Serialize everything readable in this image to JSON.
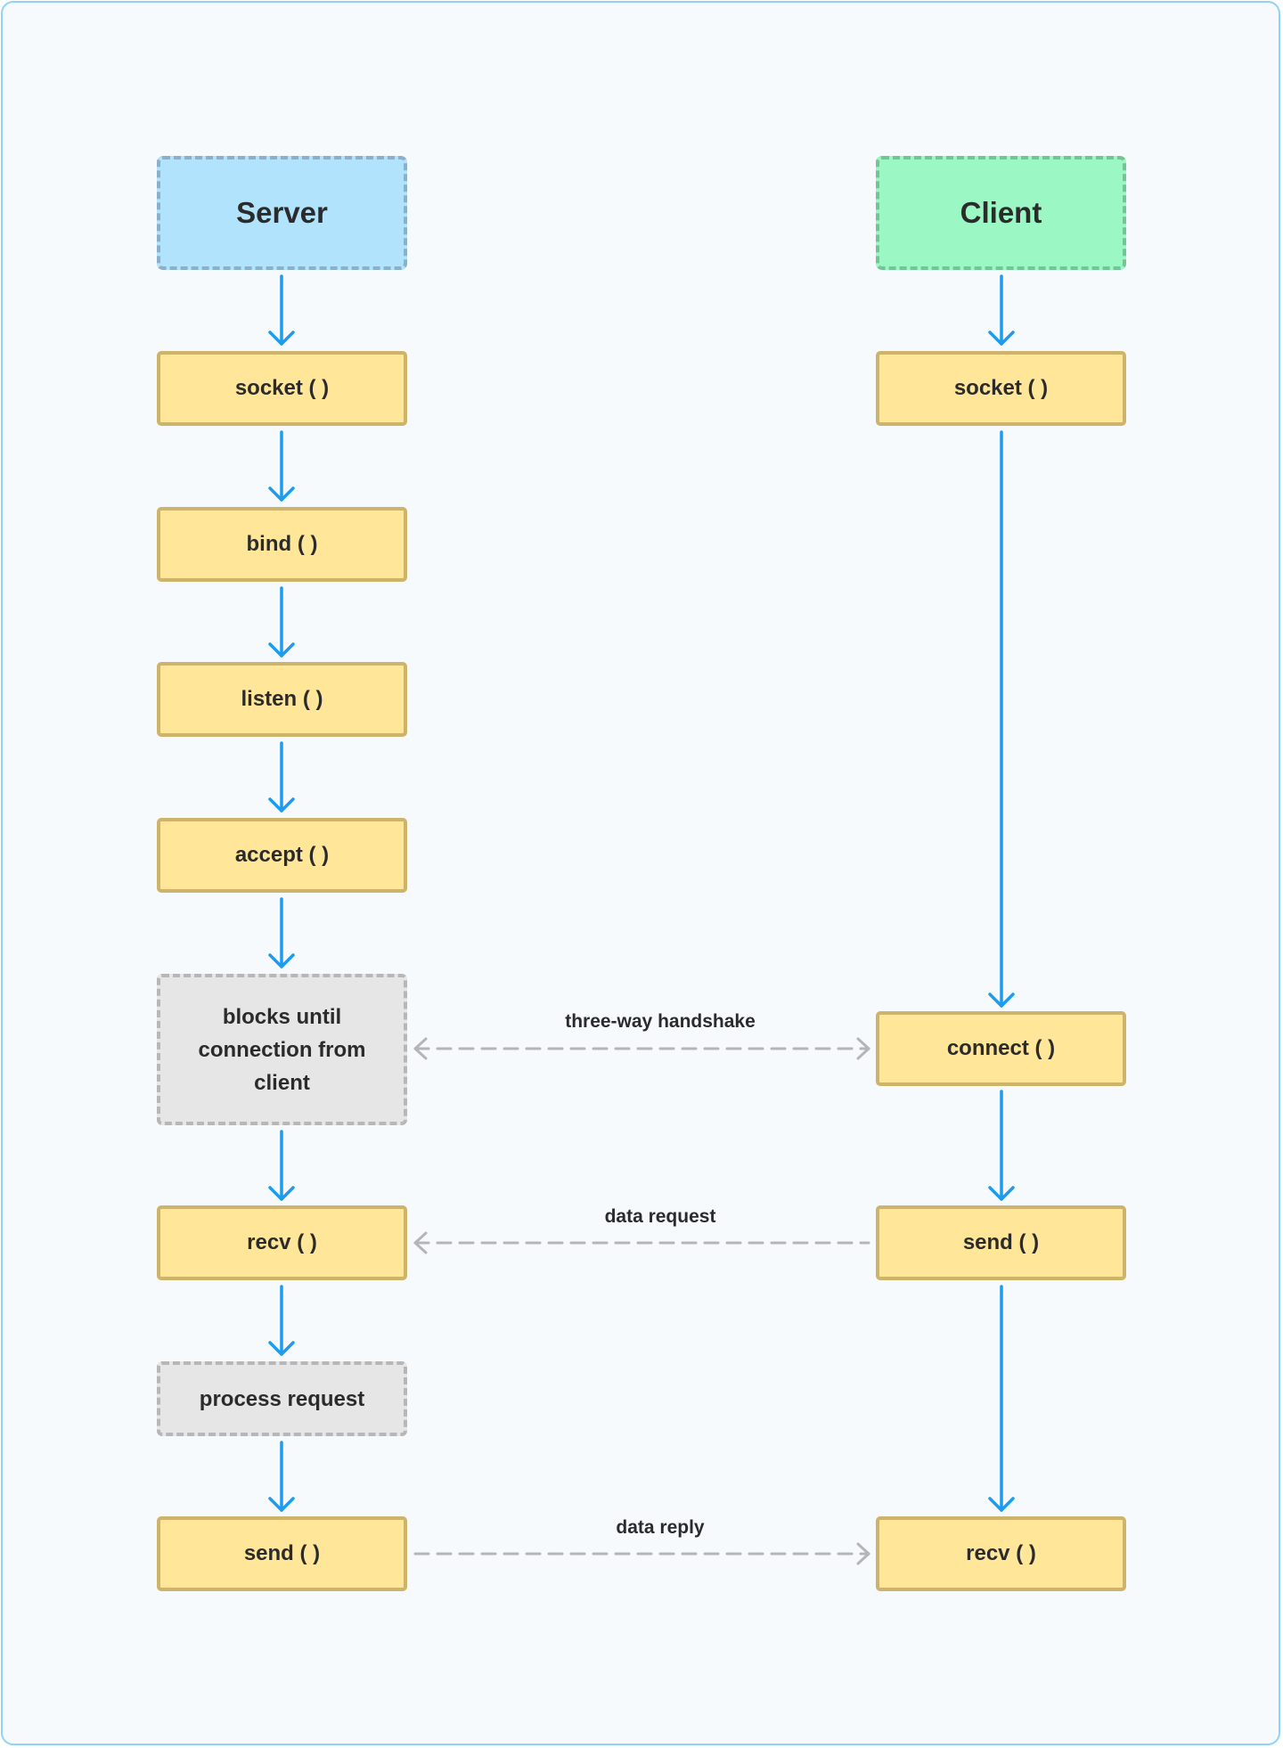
{
  "colors": {
    "flow_arrow": "#1c9bf0",
    "message_arrow": "#b5b5b5",
    "step_fill": "#ffe699",
    "step_border": "#cdb46a",
    "wait_fill": "#e6e6e6",
    "server_fill": "#b2e3fc",
    "client_fill": "#9bf7c3"
  },
  "server": {
    "title": "Server",
    "socket": "socket ( )",
    "bind": "bind ( )",
    "listen": "listen ( )",
    "accept": "accept ( )",
    "blocks": "blocks until connection from client",
    "recv": "recv ( )",
    "process": "process request",
    "send": "send ( )"
  },
  "client": {
    "title": "Client",
    "socket": "socket ( )",
    "connect": "connect ( )",
    "send": "send ( )",
    "recv": "recv ( )"
  },
  "messages": {
    "handshake": "three-way handshake",
    "request": "data request",
    "reply": "data reply"
  }
}
